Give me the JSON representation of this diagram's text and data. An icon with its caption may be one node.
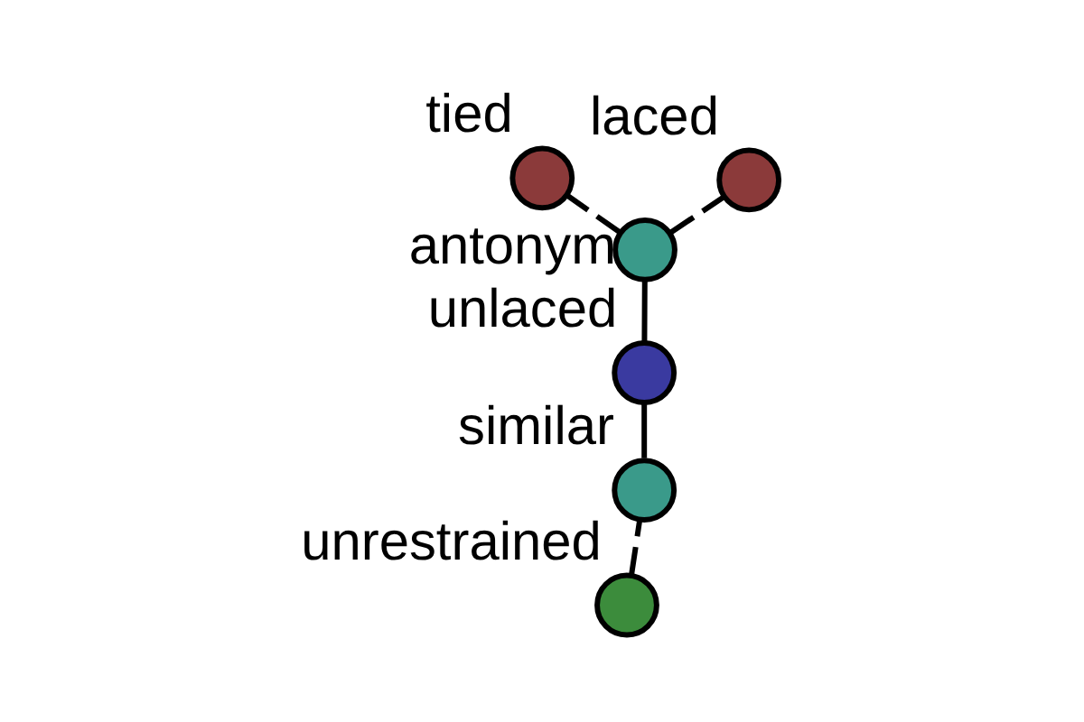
{
  "diagram": {
    "nodes": [
      {
        "text": [
          "unrestrained"
        ]
      },
      {
        "text": [
          "similar"
        ]
      },
      {
        "text": [
          "unlaced"
        ]
      },
      {
        "text": [
          "antonym"
        ]
      },
      {
        "text": [
          "laced"
        ]
      },
      {
        "text": [
          "tied"
        ]
      }
    ],
    "edges": [
      {
        "from": 0,
        "to": 1,
        "arrow": "none",
        "style": "dashed"
      },
      {
        "from": 1,
        "to": 2,
        "arrow": "none"
      },
      {
        "from": 2,
        "to": 3,
        "arrow": "none"
      },
      {
        "from": 3,
        "to": 4,
        "arrow": "none",
        "style": "dashed"
      },
      {
        "from": 3,
        "to": 5,
        "arrow": "none",
        "style": "dashed"
      }
    ]
  }
}
